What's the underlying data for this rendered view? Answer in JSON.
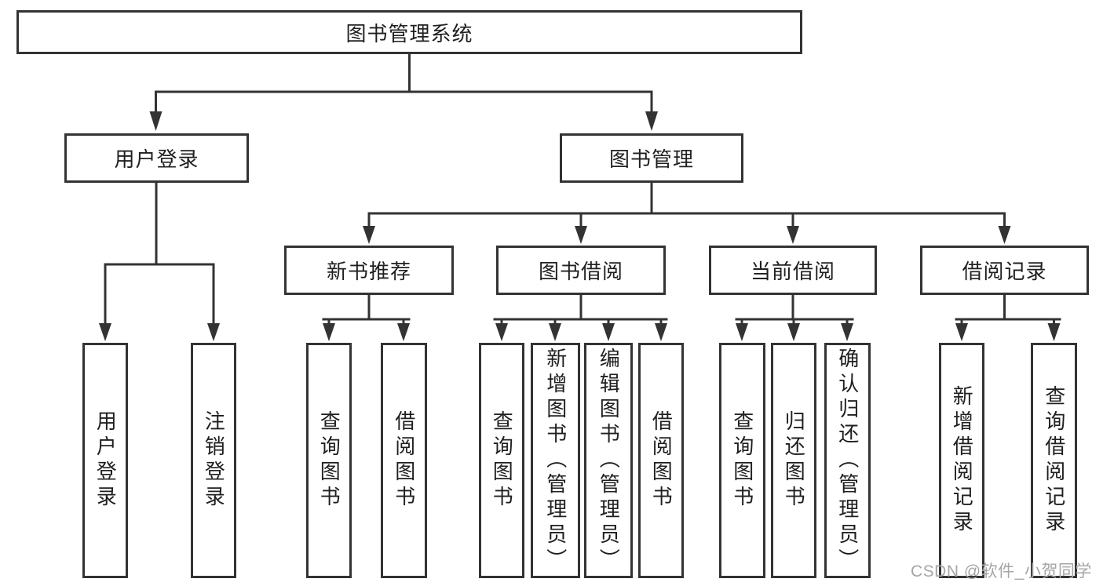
{
  "colors": {
    "line": "#333333",
    "text": "#1f1f1f",
    "background": "#ffffff",
    "watermark": "#a6a6a6"
  },
  "nodes": {
    "root": "图书管理系统",
    "user_login": "用户登录",
    "book_mgmt": "图书管理",
    "new_book_rec": "新书推荐",
    "book_borrow": "图书借阅",
    "current_borrow": "当前借阅",
    "borrow_record": "借阅记录",
    "leaf_user_login": "用户登录",
    "leaf_logout": "注销登录",
    "leaf_nb_query": "查询图书",
    "leaf_nb_borrow": "借阅图书",
    "leaf_bb_query": "查询图书",
    "leaf_bb_add": "新增图书（管理员）",
    "leaf_bb_edit": "编辑图书（管理员）",
    "leaf_bb_borrow": "借阅图书",
    "leaf_cb_query": "查询图书",
    "leaf_cb_return": "归还图书",
    "leaf_cb_confirm": "确认归还（管理员）",
    "leaf_br_add": "新增借阅记录",
    "leaf_br_query": "查询借阅记录"
  },
  "watermark": "CSDN @软件_小贺同学"
}
